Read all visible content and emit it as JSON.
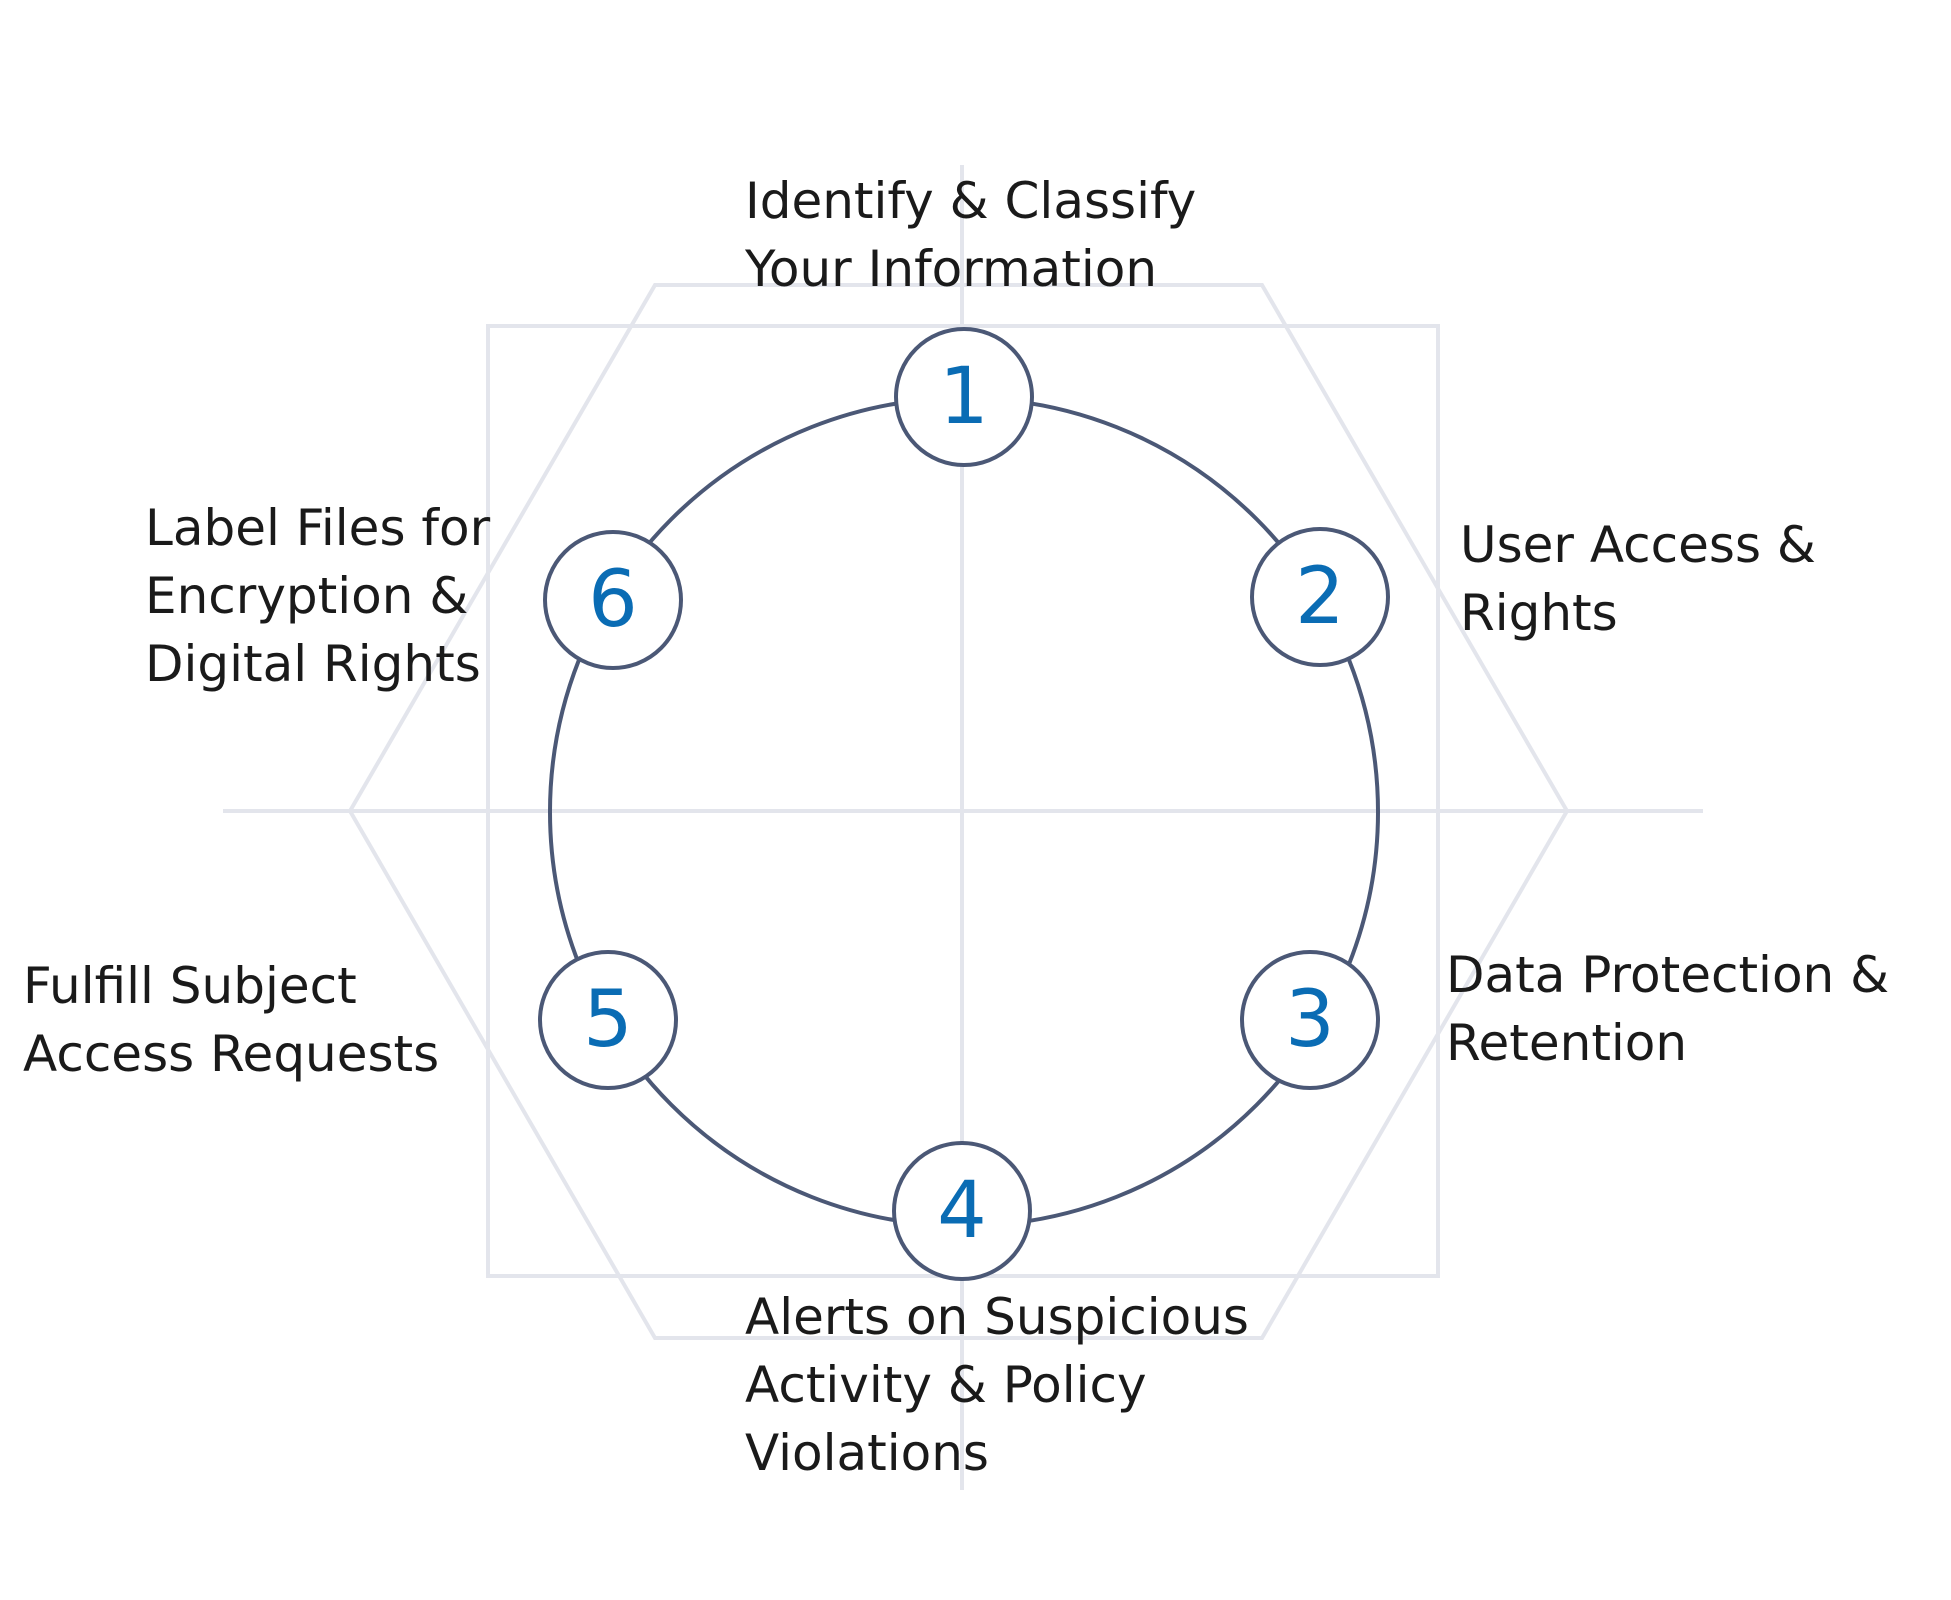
{
  "colors": {
    "guide_lines": "#e3e5ec",
    "circle_stroke": "#4b5876",
    "node_fill": "#ffffff",
    "number_text": "#0a6cb4",
    "label_text": "#1a1a1a"
  },
  "steps": [
    {
      "number": "1",
      "lines": [
        "Identify & Classify",
        "Your Information"
      ]
    },
    {
      "number": "2",
      "lines": [
        "User Access &",
        "Rights"
      ]
    },
    {
      "number": "3",
      "lines": [
        "Data Protection &",
        "Retention"
      ]
    },
    {
      "number": "4",
      "lines": [
        "Alerts on Suspicious",
        "Activity & Policy",
        "Violations"
      ]
    },
    {
      "number": "5",
      "lines": [
        "Fulfill Subject",
        "Access Requests"
      ]
    },
    {
      "number": "6",
      "lines": [
        "Label Files for",
        "Encryption &",
        "Digital Rights"
      ]
    }
  ]
}
